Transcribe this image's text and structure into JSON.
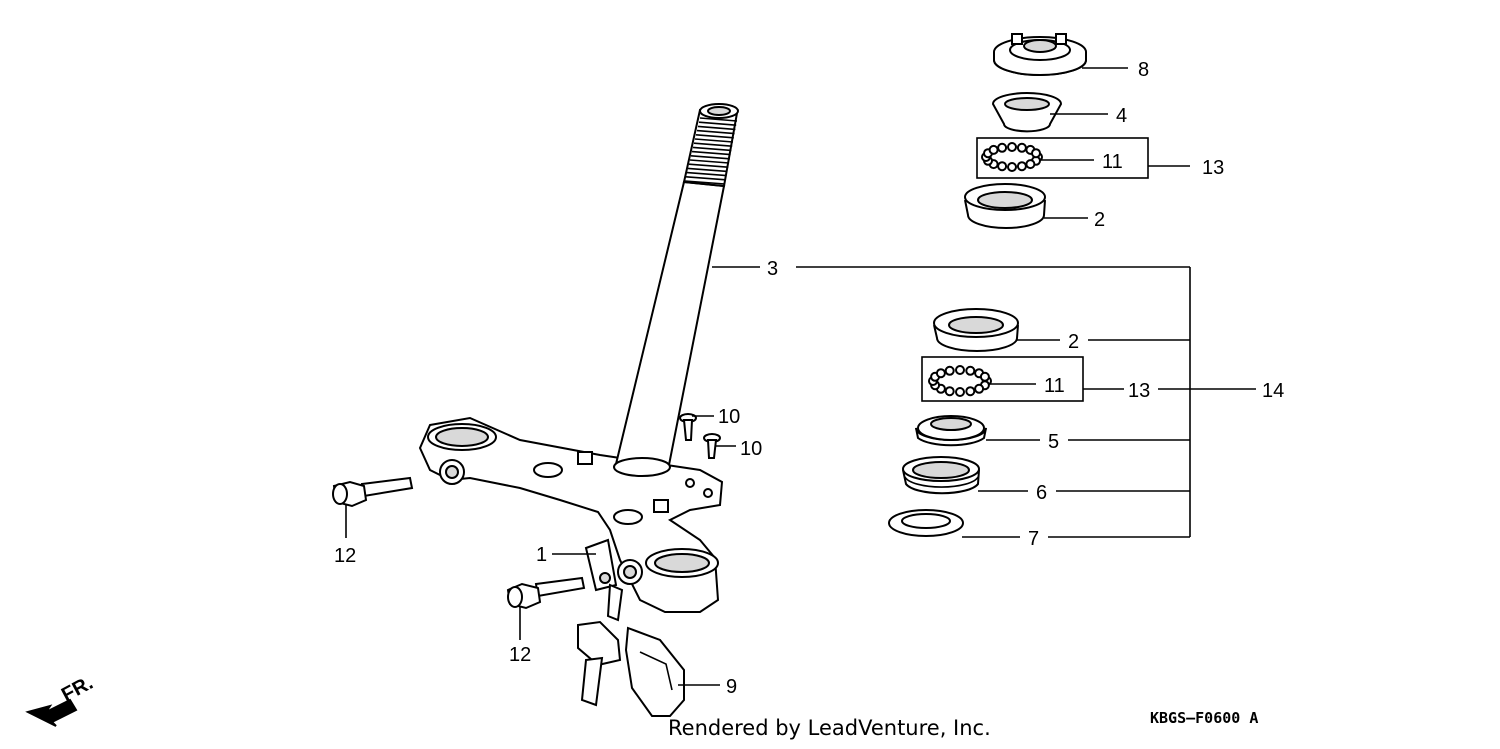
{
  "callouts": {
    "c1": "1",
    "c2a": "2",
    "c2b": "2",
    "c3": "3",
    "c4": "4",
    "c5": "5",
    "c6": "6",
    "c7": "7",
    "c8": "8",
    "c9": "9",
    "c10a": "10",
    "c10b": "10",
    "c11a": "11",
    "c11b": "11",
    "c12a": "12",
    "c12b": "12",
    "c13a": "13",
    "c13b": "13",
    "c14": "14"
  },
  "direction_label": "FR.",
  "footer_text": "Rendered by LeadVenture, Inc.",
  "diagram_code": "KBGS–F0600 A"
}
